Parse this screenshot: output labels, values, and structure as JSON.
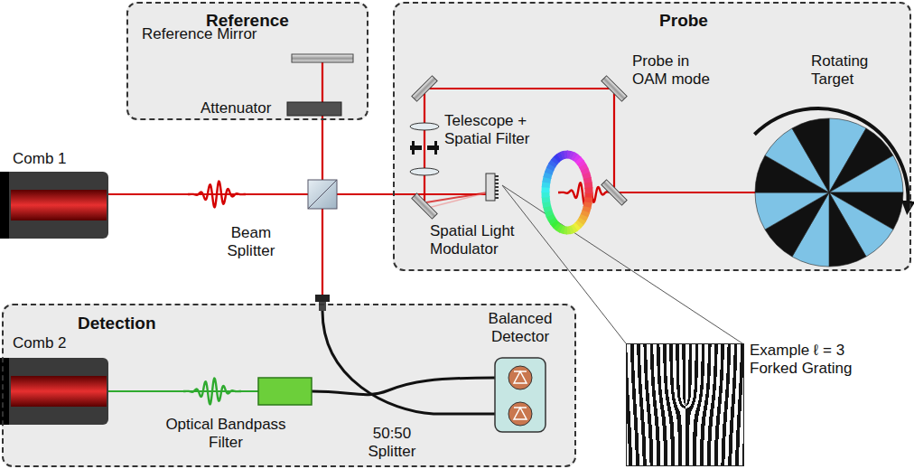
{
  "diagram": {
    "nodes": [
      {
        "text": [
          "Reference"
        ]
      },
      {
        "text": [
          "Probe"
        ]
      },
      {
        "text": [
          "Detection"
        ]
      }
    ],
    "labels": [
      "Reference Mirror",
      "Attenuator",
      "Comb 1",
      "Beam Splitter",
      "Telescope + Spatial Filter",
      "Probe in OAM mode",
      "Rotating Target",
      "Spatial Light Modulator",
      "Example ℓ = 3 Forked Grating",
      "Comb 2",
      "Optical Bandpass Filter",
      "50:50 Splitter",
      "Balanced Detector"
    ]
  }
}
